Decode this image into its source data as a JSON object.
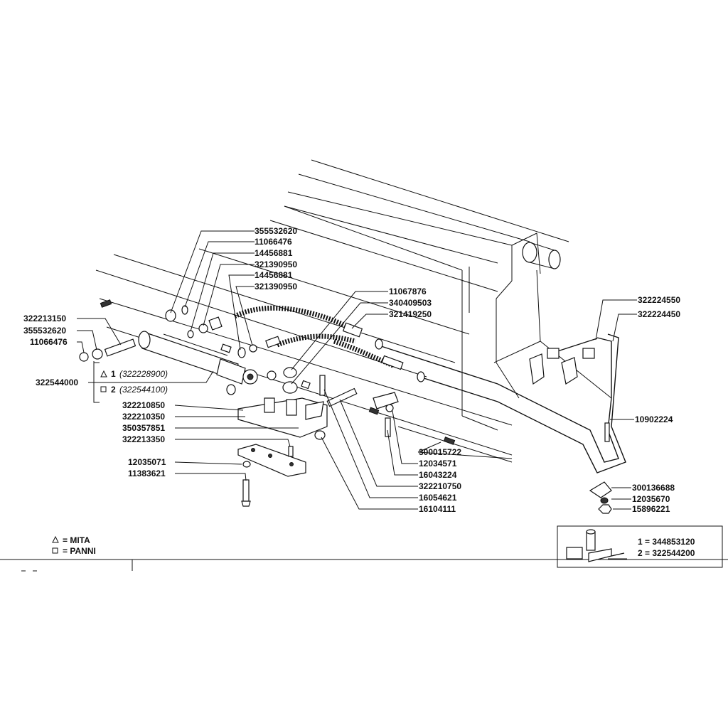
{
  "labels": {
    "l355532620a": "355532620",
    "l11066476a": "11066476",
    "l14456881a": "14456881",
    "l321390950a": "321390950",
    "l14456881b": "14456881",
    "l321390950b": "321390950",
    "l11067876": "11067876",
    "l340409503": "340409503",
    "l321419250": "321419250",
    "l322224550": "322224550",
    "l322224450": "322224450",
    "l322213150": "322213150",
    "l355532620b": "355532620",
    "l11066476b": "11066476",
    "l322544000": "322544000",
    "l322210850": "322210850",
    "l322210350": "322210350",
    "l350357851": "350357851",
    "l322213350": "322213350",
    "l12035071": "12035071",
    "l11383621": "11383621",
    "l10902224": "10902224",
    "l300015722": "300015722",
    "l12034571": "12034571",
    "l16043224": "16043224",
    "l322210750": "322210750",
    "l16054621": "16054621",
    "l16104111": "16104111",
    "l300136688": "300136688",
    "l12035670": "12035670",
    "l15896221": "15896221"
  },
  "variants": {
    "v1_num": "1",
    "v1_code": "(322228900)",
    "v2_num": "2",
    "v2_code": "(322544100)"
  },
  "legend": {
    "mita": "= MITA",
    "panni": "= PANNI"
  },
  "inset": {
    "item1": "1 = 344853120",
    "item2": "2 = 322544200"
  }
}
